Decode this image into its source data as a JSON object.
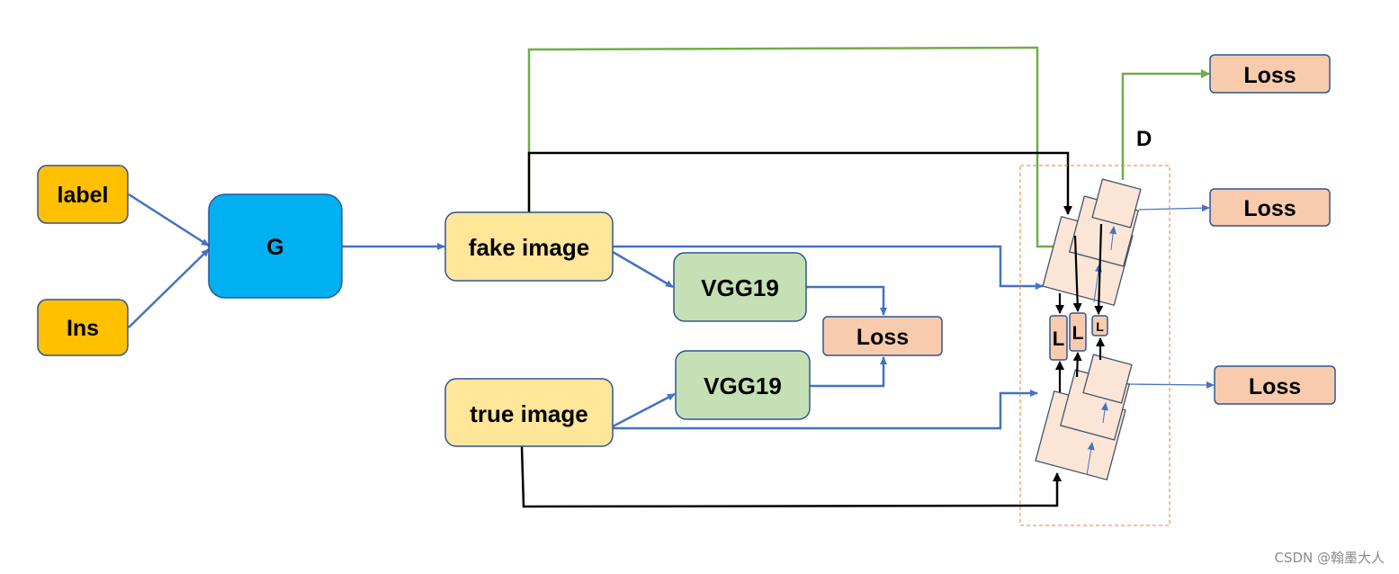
{
  "nodes": {
    "label": "label",
    "ins": "Ins",
    "generator": "G",
    "fake_image": "fake image",
    "true_image": "true image",
    "vgg_top": "VGG19",
    "vgg_bottom": "VGG19",
    "loss_vgg": "Loss",
    "loss_top": "Loss",
    "loss_mid": "Loss",
    "loss_bottom": "Loss",
    "discriminator": "D",
    "feature_l1": "L",
    "feature_l2": "L",
    "feature_l3": "L"
  },
  "colors": {
    "input": "#ffc000",
    "generator": "#00b0f0",
    "image": "#ffe699",
    "vgg": "#c5e0b4",
    "loss": "#f8cbad",
    "disc_block": "#fbe5d6",
    "arrow_blue": "#4472c4",
    "arrow_green": "#70ad47",
    "arrow_black": "#000000",
    "dashed_box": "#ed7d31"
  },
  "watermark": "CSDN @翰墨大人"
}
